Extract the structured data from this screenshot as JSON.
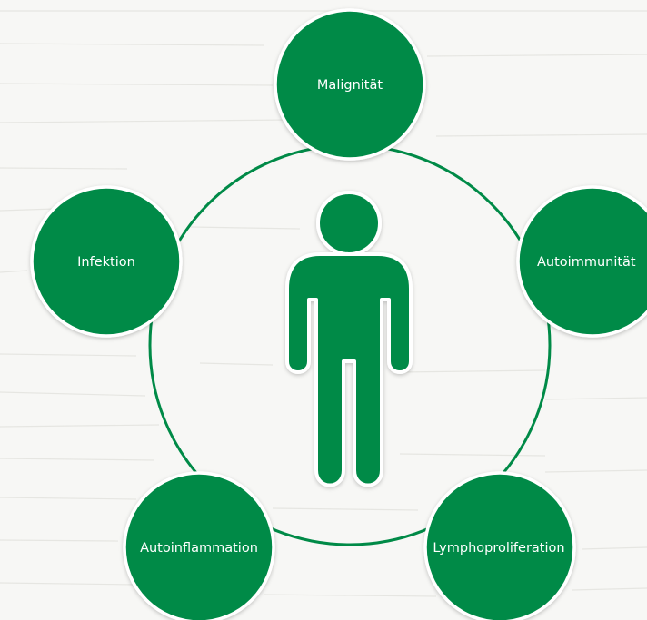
{
  "colors": {
    "background": "#f7f7f5",
    "wood_line": "#e6e6e2",
    "accent": "#008a47",
    "node_border": "#ffffff",
    "label": "#ffffff"
  },
  "center": {
    "icon": "person-icon"
  },
  "nodes": [
    {
      "id": "malignitaet",
      "label": "Malignität"
    },
    {
      "id": "autoimmunitaet",
      "label": "Autoimmunität"
    },
    {
      "id": "lymphoproliferation",
      "label": "Lymphoproliferation"
    },
    {
      "id": "autoinflammation",
      "label": "Autoinflammation"
    },
    {
      "id": "infektion",
      "label": "Infektion"
    }
  ]
}
